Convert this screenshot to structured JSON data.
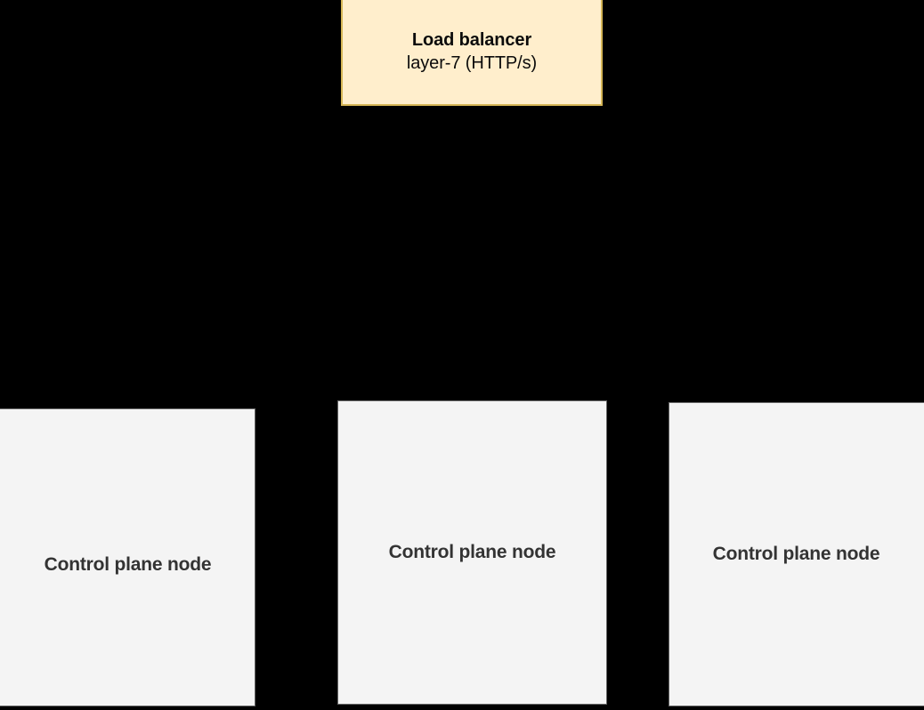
{
  "diagram": {
    "background_color": "#000000",
    "load_balancer": {
      "title": "Load balancer",
      "subtitle": "layer-7 (HTTP/s)",
      "fill_color": "#ffeecc",
      "border_color": "#d6b656",
      "text_color": "#0b0b0b"
    },
    "nodes": [
      {
        "label": "Control plane node",
        "fill_color": "#f4f4f4",
        "border_color": "#666666",
        "text_color": "#333333"
      },
      {
        "label": "Control plane node",
        "fill_color": "#f4f4f4",
        "border_color": "#666666",
        "text_color": "#333333"
      },
      {
        "label": "Control plane node",
        "fill_color": "#f4f4f4",
        "border_color": "#666666",
        "text_color": "#333333"
      }
    ]
  }
}
